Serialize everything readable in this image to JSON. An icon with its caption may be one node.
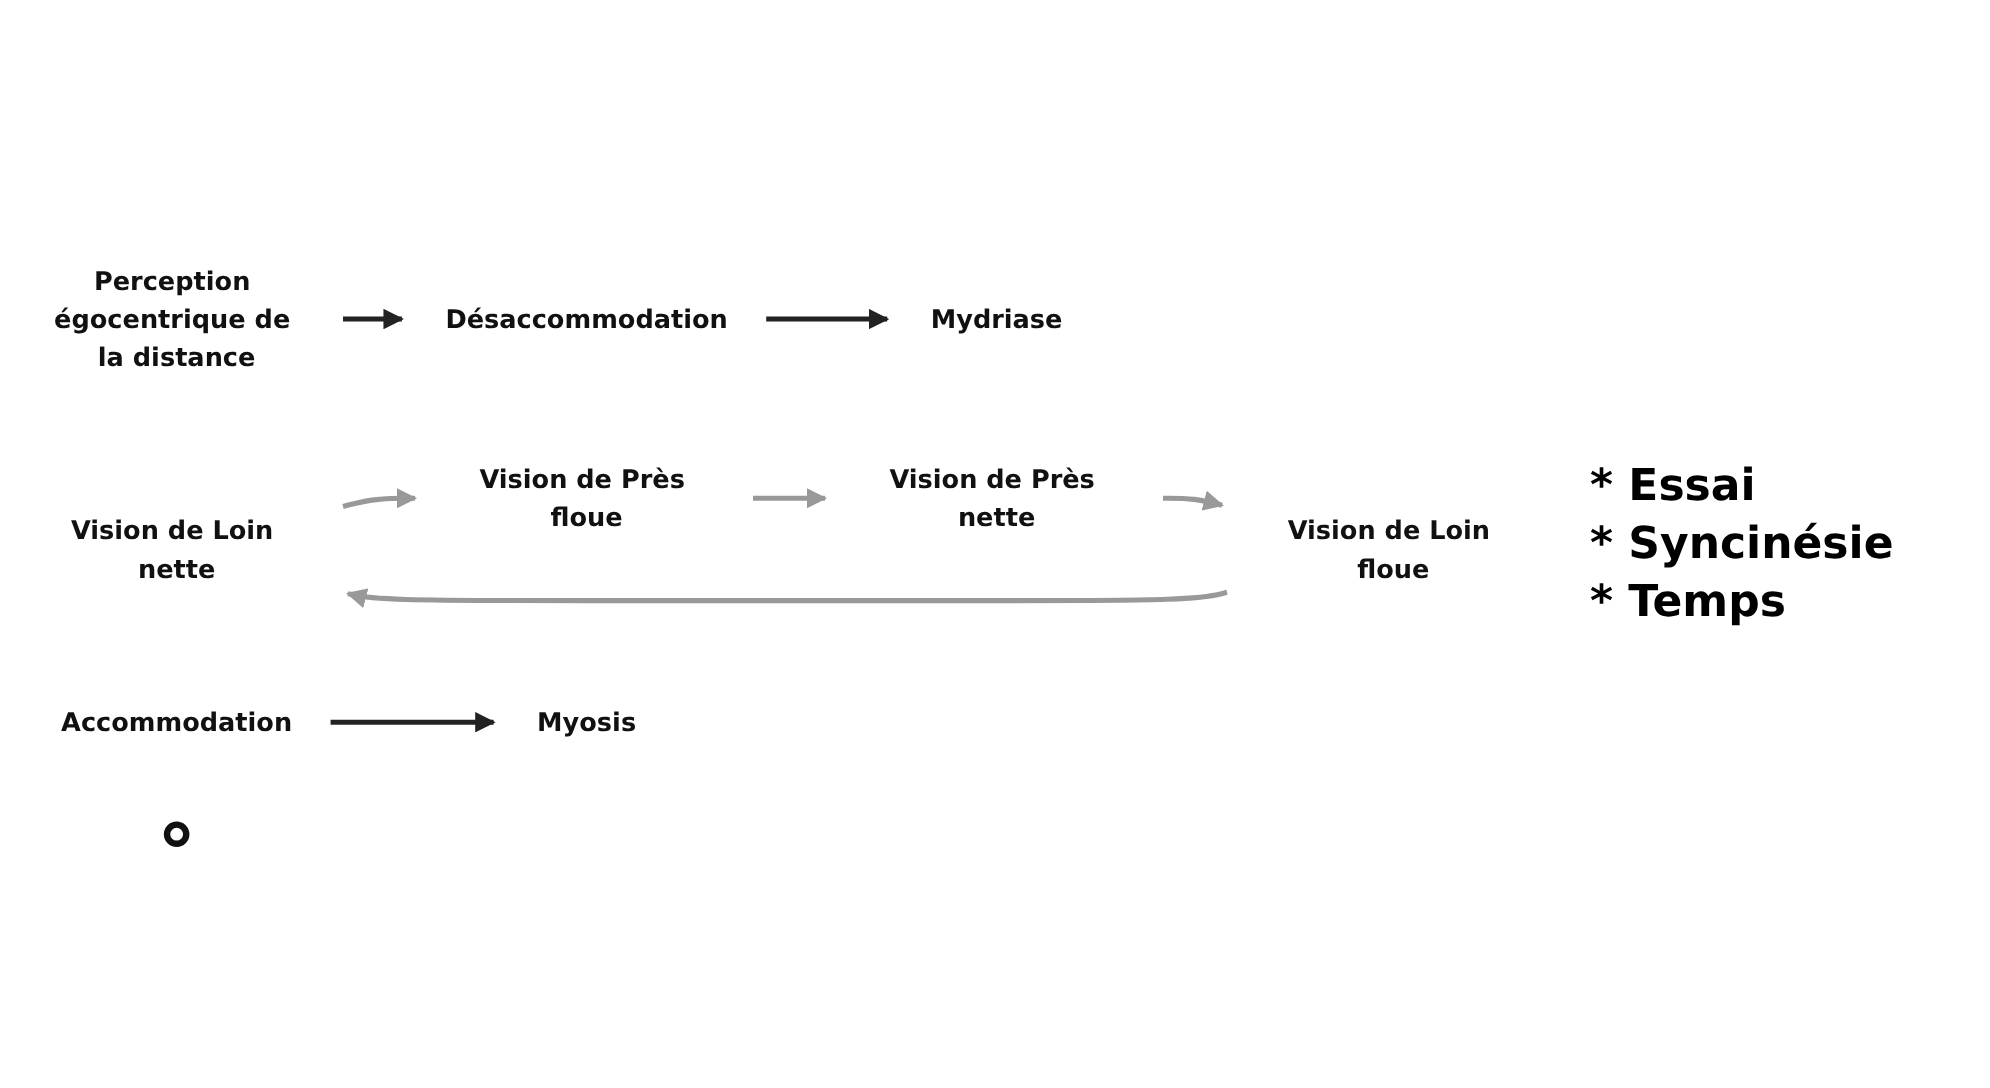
{
  "diagram": {
    "nodes": [
      {
        "text": [
          "Vision de Loin nette"
        ]
      },
      {
        "text": [
          "Vision de Près floue"
        ]
      },
      {
        "text": [
          "Désaccommodation"
        ]
      },
      {
        "text": [
          "Accommodation"
        ]
      },
      {
        "text": [
          "Vision de Loin floue"
        ]
      },
      {
        "text": [
          "Vision de Près nette"
        ]
      },
      {
        "text": [
          "Perception égocentrique de la distance"
        ]
      },
      {
        "text": [
          "Mydriase"
        ]
      },
      {
        "text": [
          "Myosis"
        ]
      },
      {
        "text": [],
        "shape": "circle"
      }
    ],
    "edges": [
      {
        "from": 0,
        "to": 1,
        "arrow": "to"
      },
      {
        "from": 1,
        "to": 5,
        "arrow": "to"
      },
      {
        "from": 5,
        "to": 4,
        "arrow": "to"
      },
      {
        "from": 4,
        "to": 0,
        "arrow": "to"
      },
      {
        "from": 6,
        "to": 2,
        "arrow": "to",
        "color": "#222222"
      },
      {
        "from": 2,
        "to": 7,
        "arrow": "to",
        "color": "#222222"
      },
      {
        "from": 3,
        "to": 8,
        "arrow": "to",
        "color": "#222222"
      }
    ],
    "labels": [
      "* Essai",
      "* Syncinésie",
      "* Temps"
    ]
  }
}
